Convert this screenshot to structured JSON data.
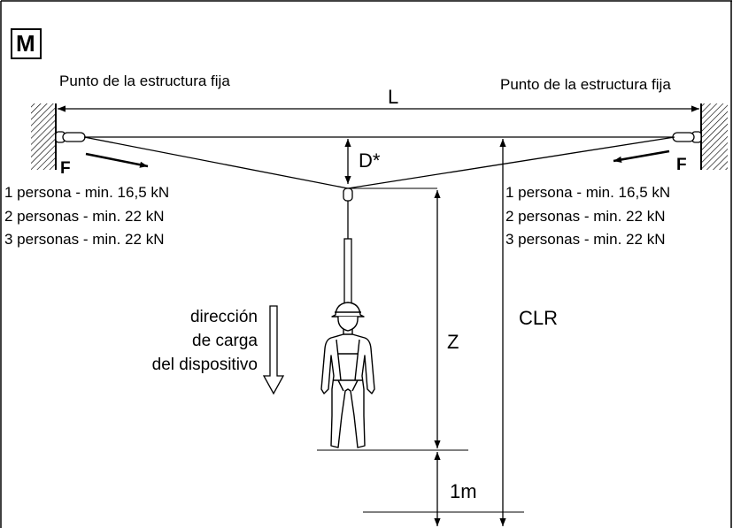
{
  "badge": "M",
  "anchor_left": "Punto de la estructura fija",
  "anchor_right": "Punto de la estructura fija",
  "span_label": "L",
  "sag_label": "D*",
  "force_left": "F",
  "force_right": "F",
  "loads_left": [
    "1 persona - min. 16,5 kN",
    "2 personas - min. 22 kN",
    "3 personas - min. 22 kN"
  ],
  "loads_right": [
    "1 persona - min. 16,5 kN",
    "2 personas - min. 22 kN",
    "3 personas - min. 22 kN"
  ],
  "load_direction": [
    "dirección",
    "de carga",
    "del dispositivo"
  ],
  "z_label": "Z",
  "clr_label": "CLR",
  "margin_label": "1m"
}
